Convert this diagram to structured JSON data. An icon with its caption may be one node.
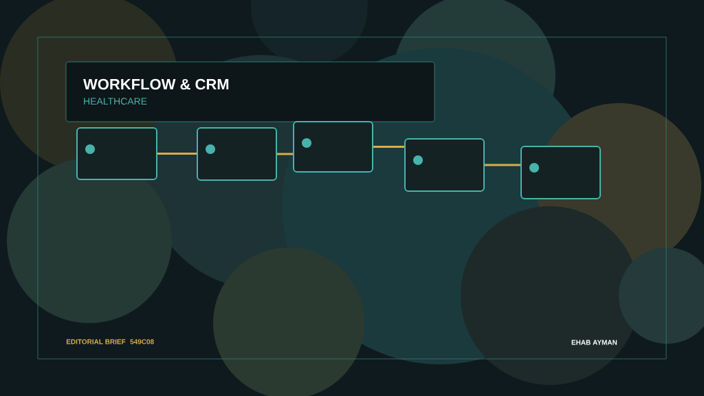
{
  "diagram": {
    "nodes": [
      {
        "text": [
          "WORKFLOW & CRM",
          "HEALTHCARE"
        ]
      },
      {
        "text": [],
        "shape": "box"
      },
      {
        "text": [],
        "shape": "box"
      },
      {
        "text": [],
        "shape": "box"
      },
      {
        "text": [],
        "shape": "box"
      },
      {
        "text": [],
        "shape": "box"
      }
    ],
    "edges": [
      {
        "from": 1,
        "to": 2,
        "arrow": "none"
      },
      {
        "from": 2,
        "to": 3,
        "arrow": "none"
      },
      {
        "from": 3,
        "to": 4,
        "arrow": "none"
      },
      {
        "from": 4,
        "to": 5,
        "arrow": "none"
      }
    ],
    "labels": [
      "EDITORIAL BRIEF",
      "549C08",
      "EHAB AYMAN"
    ]
  }
}
